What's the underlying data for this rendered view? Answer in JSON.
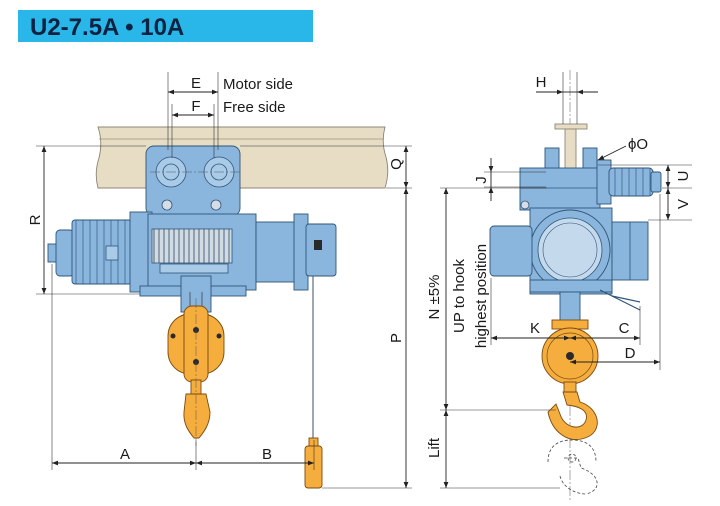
{
  "title": "U2-7.5A • 10A",
  "front_view": {
    "E": "E",
    "motor_side": "Motor side",
    "F": "F",
    "free_side": "Free side",
    "R": "R",
    "Q": "Q",
    "P": "P",
    "A": "A",
    "B": "B"
  },
  "side_view": {
    "H": "H",
    "phi_O": "ϕO",
    "J": "J",
    "U": "U",
    "V": "V",
    "N": "N ±5%",
    "up_to_hook": "UP to hook",
    "highest_position": "highest position",
    "K": "K",
    "C": "C",
    "D": "D",
    "lift": "Lift"
  },
  "colors": {
    "banner": "#29b6e8",
    "body": "#8ab6dd",
    "hook": "#f5ae3e",
    "beam": "#e7ddc5",
    "fin": "#d3dbe2"
  }
}
